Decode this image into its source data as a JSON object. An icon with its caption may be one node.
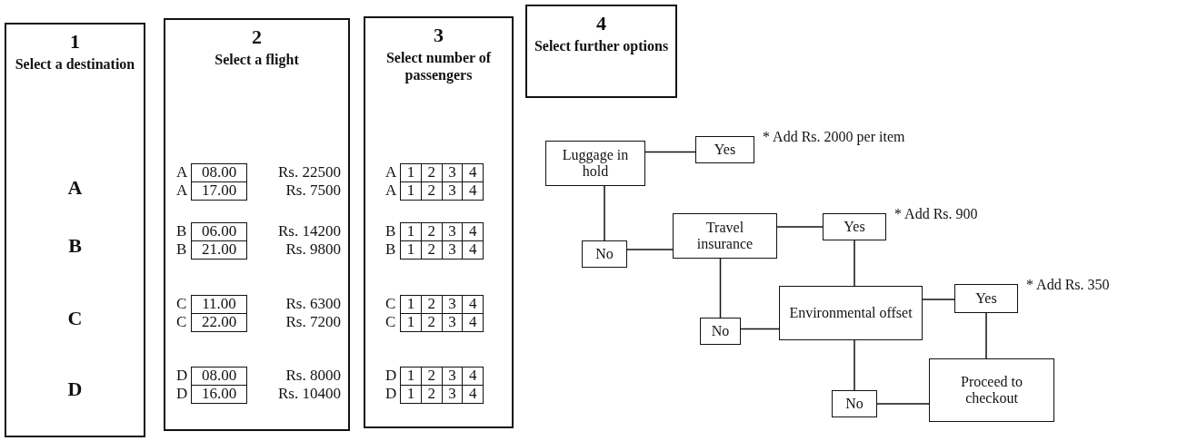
{
  "diagram": {
    "nodes": [
      {
        "text": [
          "1",
          "Select a destination",
          "A",
          "B",
          "C",
          "D"
        ]
      },
      {
        "text": [
          "2",
          "Select a flight"
        ]
      },
      {
        "text": [
          "08.00"
        ],
        "in": 1,
        "beside": [
          "A",
          "Rs. 22500"
        ]
      },
      {
        "text": [
          "17.00"
        ],
        "in": 1,
        "beside": [
          "A",
          "Rs. 7500"
        ]
      },
      {
        "text": [
          "06.00"
        ],
        "in": 1,
        "beside": [
          "B",
          "Rs. 14200"
        ]
      },
      {
        "text": [
          "21.00"
        ],
        "in": 1,
        "beside": [
          "B",
          "Rs. 9800"
        ]
      },
      {
        "text": [
          "11.00"
        ],
        "in": 1,
        "beside": [
          "C",
          "Rs. 6300"
        ]
      },
      {
        "text": [
          "22.00"
        ],
        "in": 1,
        "beside": [
          "C",
          "Rs. 7200"
        ]
      },
      {
        "text": [
          "08.00"
        ],
        "in": 1,
        "beside": [
          "D",
          "Rs. 8000"
        ]
      },
      {
        "text": [
          "16.00"
        ],
        "in": 1,
        "beside": [
          "D",
          "Rs. 10400"
        ]
      },
      {
        "text": [
          "3",
          "Select number of passengers"
        ]
      },
      {
        "text": [
          "1",
          "2",
          "3",
          "4"
        ],
        "in": 10,
        "beside": [
          "A"
        ]
      },
      {
        "text": [
          "1",
          "2",
          "3",
          "4"
        ],
        "in": 10,
        "beside": [
          "A"
        ]
      },
      {
        "text": [
          "1",
          "2",
          "3",
          "4"
        ],
        "in": 10,
        "beside": [
          "B"
        ]
      },
      {
        "text": [
          "1",
          "2",
          "3",
          "4"
        ],
        "in": 10,
        "beside": [
          "B"
        ]
      },
      {
        "text": [
          "1",
          "2",
          "3",
          "4"
        ],
        "in": 10,
        "beside": [
          "C"
        ]
      },
      {
        "text": [
          "1",
          "2",
          "3",
          "4"
        ],
        "in": 10,
        "beside": [
          "C"
        ]
      },
      {
        "text": [
          "1",
          "2",
          "3",
          "4"
        ],
        "in": 10,
        "beside": [
          "D"
        ]
      },
      {
        "text": [
          "1",
          "2",
          "3",
          "4"
        ],
        "in": 10,
        "beside": [
          "D"
        ]
      },
      {
        "text": [
          "4",
          "Select further options"
        ]
      },
      {
        "text": [
          "Luggage in hold"
        ]
      },
      {
        "text": [
          "Yes"
        ],
        "beside": [
          "* Add Rs. 2000 per item"
        ]
      },
      {
        "text": [
          "No"
        ]
      },
      {
        "text": [
          "Travel insurance"
        ]
      },
      {
        "text": [
          "Yes"
        ],
        "beside": [
          "* Add Rs. 900"
        ]
      },
      {
        "text": [
          "No"
        ]
      },
      {
        "text": [
          "Environmental offset"
        ]
      },
      {
        "text": [
          "Yes"
        ],
        "beside": [
          "* Add Rs. 350"
        ]
      },
      {
        "text": [
          "No"
        ]
      },
      {
        "text": [
          "Proceed to checkout"
        ]
      }
    ],
    "edges": [
      {
        "from": 20,
        "to": 21,
        "arrow": "none"
      },
      {
        "from": 20,
        "to": 22,
        "arrow": "none"
      },
      {
        "from": 22,
        "to": 23,
        "arrow": "none"
      },
      {
        "from": 23,
        "to": 24,
        "arrow": "none"
      },
      {
        "from": 23,
        "to": 25,
        "arrow": "none"
      },
      {
        "from": 24,
        "to": 26,
        "arrow": "none"
      },
      {
        "from": 25,
        "to": 26,
        "arrow": "none"
      },
      {
        "from": 26,
        "to": 27,
        "arrow": "none"
      },
      {
        "from": 26,
        "to": 28,
        "arrow": "none"
      },
      {
        "from": 27,
        "to": 29,
        "arrow": "none"
      },
      {
        "from": 28,
        "to": 29,
        "arrow": "none"
      }
    ]
  }
}
